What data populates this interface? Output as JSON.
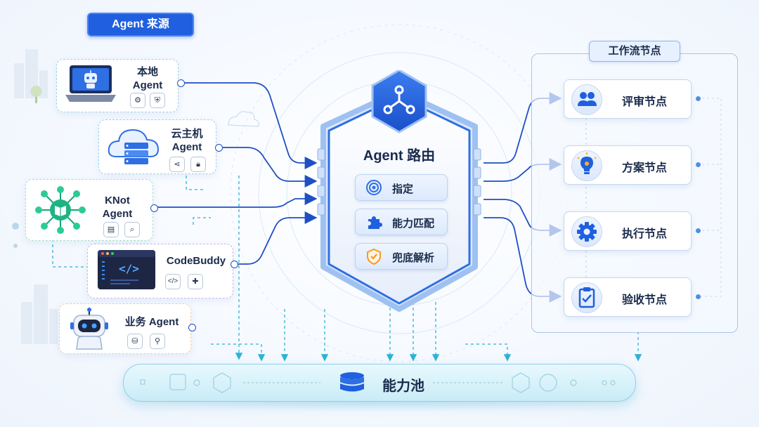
{
  "sections": {
    "agent_source": "Agent 来源",
    "workflow_nodes": "工作流节点"
  },
  "sources": {
    "local": "本地\nAgent",
    "cloud": "云主机\nAgent",
    "knot": "KNot\nAgent",
    "codebuddy": "CodeBuddy",
    "business": "业务 Agent"
  },
  "router": {
    "title": "Agent 路由",
    "items": [
      "指定",
      "能力匹配",
      "兜底解析"
    ]
  },
  "workflow": [
    "评审节点",
    "方案节点",
    "执行节点",
    "验收节点"
  ],
  "pool": {
    "label": "能力池"
  },
  "colors": {
    "primary": "#1f5fe0",
    "dark_blue": "#1f4fc4",
    "cyan": "#2bb3d6",
    "orange": "#f59a23"
  },
  "icons": {
    "source": [
      "robot-laptop-icon",
      "cloud-server-icon",
      "knowledge-network-icon",
      "code-window-icon",
      "robot-icon"
    ],
    "router": [
      "target-icon",
      "puzzle-icon",
      "shield-icon"
    ],
    "workflow": [
      "users-icon",
      "lightbulb-icon",
      "gear-icon",
      "clipboard-check-icon"
    ],
    "pool": "database-icon"
  }
}
